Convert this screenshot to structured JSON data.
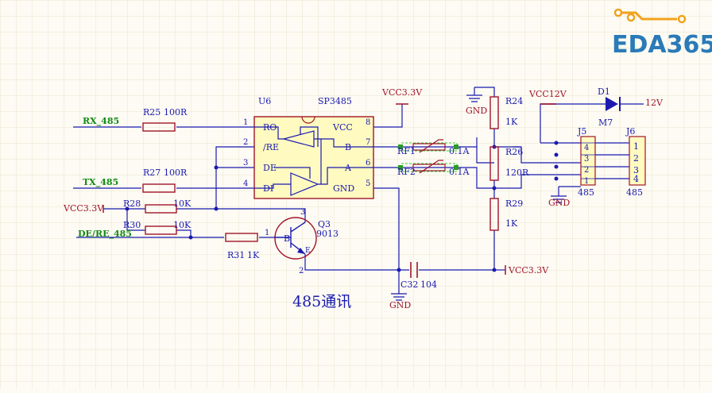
{
  "brand": {
    "name": "EDA365"
  },
  "caption": "485通讯",
  "ic": {
    "ref": "U6",
    "part": "SP3485",
    "pins_left": [
      {
        "num": "1",
        "name": "RO"
      },
      {
        "num": "2",
        "name": "/RE"
      },
      {
        "num": "3",
        "name": "DE"
      },
      {
        "num": "4",
        "name": "DI"
      }
    ],
    "pins_right": [
      {
        "num": "8",
        "name": "VCC"
      },
      {
        "num": "7",
        "name": "B"
      },
      {
        "num": "6",
        "name": "A"
      },
      {
        "num": "5",
        "name": "GND"
      }
    ]
  },
  "nets": {
    "rx": "RX_485",
    "tx": "TX_485",
    "dere": "DE/RE_485",
    "vcc33_left": "VCC3.3V",
    "vcc33_top": "VCC3.3V",
    "vcc33_right": "VCC3.3V",
    "vcc12": "VCC12V",
    "v12": "12V",
    "gnd_top": "GND",
    "gnd_bottom": "GND",
    "gnd_right": "GND"
  },
  "components": {
    "r25": {
      "ref": "R25",
      "value": "100R"
    },
    "r27": {
      "ref": "R27",
      "value": "100R"
    },
    "r28": {
      "ref": "R28",
      "value": "10K"
    },
    "r30": {
      "ref": "R30",
      "value": "10K"
    },
    "r31": {
      "ref": "R31",
      "value": "1K"
    },
    "r24": {
      "ref": "R24",
      "value": "1K"
    },
    "r26": {
      "ref": "R26",
      "value": "120R"
    },
    "r29": {
      "ref": "R29",
      "value": "1K"
    },
    "rf1": {
      "ref": "RF1",
      "value": "0.1A"
    },
    "rf2": {
      "ref": "RF2",
      "value": "0.1A"
    },
    "c32": {
      "ref": "C32",
      "value": "104"
    },
    "d1": {
      "ref": "D1",
      "value": "M7"
    },
    "q3": {
      "ref": "Q3",
      "value": "9013",
      "pin_b": "B",
      "pin_e": "E",
      "pin_1": "1",
      "pin_2": "2",
      "pin_3": "3"
    },
    "j5": {
      "ref": "J5",
      "value": "485",
      "pins": [
        "4",
        "3",
        "2",
        "1"
      ]
    },
    "j6": {
      "ref": "J6",
      "value": "485",
      "pins": [
        "1",
        "2",
        "3",
        "4"
      ]
    }
  },
  "colors": {
    "wire": "#1a1ab0",
    "part": "#a0152a",
    "text": "#1a1ab0",
    "net_green": "#138a13",
    "ic_fill": "#fffbc0",
    "grid": "#ece4cf",
    "brand": "#2a7ab8",
    "brand_accent": "#f2a21b"
  }
}
